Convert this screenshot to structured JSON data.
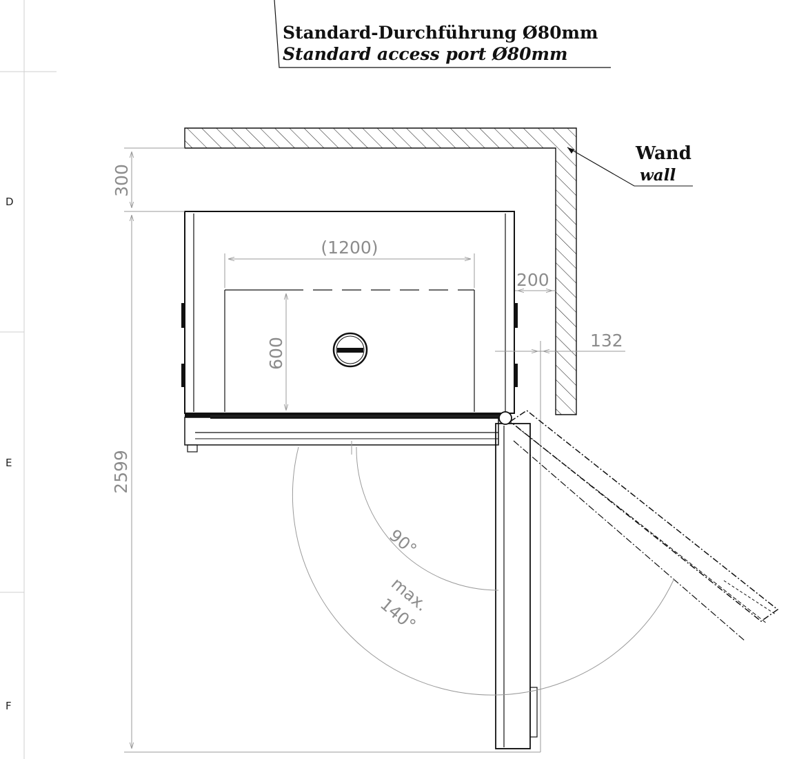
{
  "zone_letters": [
    "D",
    "E",
    "F"
  ],
  "access_port_callout": {
    "label_de": "Standard-Durchführung Ø80mm",
    "label_en": "Standard access port Ø80mm"
  },
  "wall_callout": {
    "label_de": "Wand",
    "label_en": "wall"
  },
  "dimensions": {
    "wall_clearance_top": "300",
    "overall_depth": "2599",
    "port_width": "(1200)",
    "port_height": "600",
    "side_clearance": "200",
    "door_hinge_offset": "132"
  },
  "door_angles": {
    "standard": "90°",
    "max_line1": "max.",
    "max_line2": "140°"
  },
  "colors": {
    "object_lines": "#111111",
    "dimension_lines": "#9a9a9a",
    "dimension_text": "#8c8c8c"
  }
}
